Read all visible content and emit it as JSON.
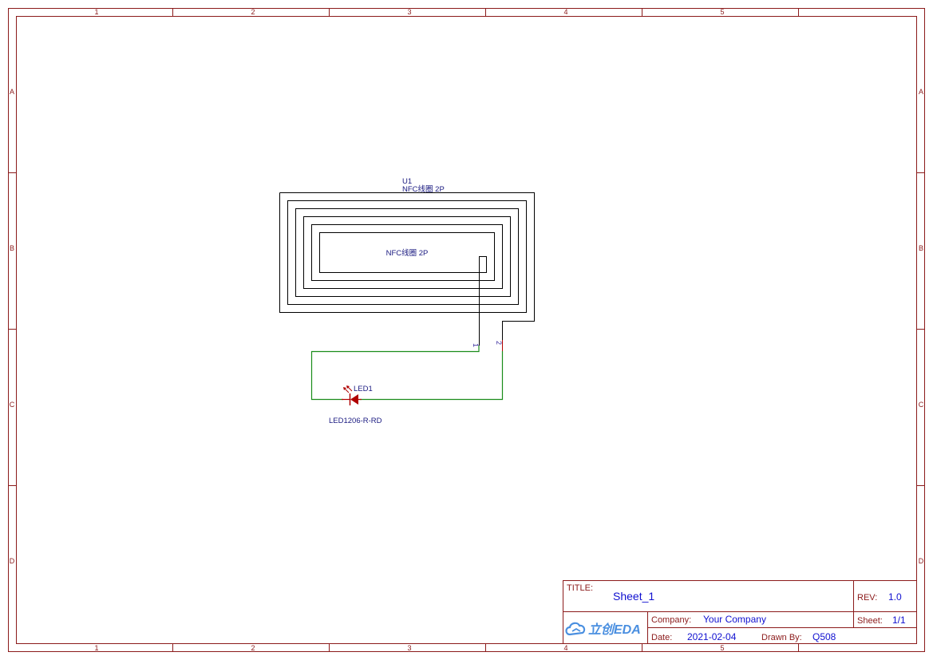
{
  "sheet": {
    "column_labels": [
      "1",
      "2",
      "3",
      "4",
      "5"
    ],
    "row_labels": [
      "A",
      "B",
      "C",
      "D"
    ]
  },
  "components": {
    "u1": {
      "designator": "U1",
      "value": "NFC线圈 2P",
      "body_label": "NFC线圈 2P",
      "pins": [
        "1",
        "2"
      ]
    },
    "led1": {
      "designator": "LED1",
      "value": "LED1206-R-RD"
    }
  },
  "title_block": {
    "title_label": "TITLE:",
    "title_value": "Sheet_1",
    "rev_label": "REV:",
    "rev_value": "1.0",
    "company_label": "Company:",
    "company_value": "Your Company",
    "sheet_label": "Sheet:",
    "sheet_value": "1/1",
    "date_label": "Date:",
    "date_value": "2021-02-04",
    "drawn_label": "Drawn By:",
    "drawn_value": "Q508",
    "logo_text": "立创EDA"
  },
  "colors": {
    "frame": "#8b1a1a",
    "wire": "#1a8c1a",
    "text_blue": "#1010d0",
    "led": "#b00000"
  }
}
